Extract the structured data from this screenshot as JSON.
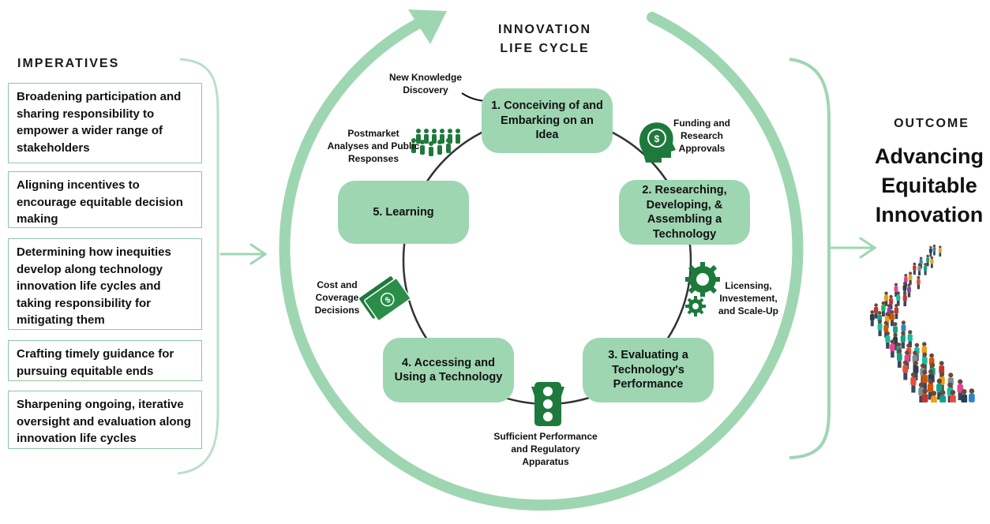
{
  "colors": {
    "accent": "#9ed6b2",
    "node_fill": "#9ed6b2",
    "icon_green": "#1e7a3c",
    "ring": "#333333"
  },
  "imperatives": {
    "heading": "IMPERATIVES",
    "items": [
      "Broadening participation and sharing responsibility to empower a wider range of stakeholders",
      "Aligning incentives to encourage equitable decision making",
      "Determining how inequities develop along technology innovation life cycles and taking responsibility for mitigating them",
      "Crafting timely guidance for pursuing equitable ends",
      "Sharpening ongoing, iterative oversight and evaluation along innovation life cycles"
    ]
  },
  "cycle": {
    "heading_line1": "INNOVATION",
    "heading_line2": "LIFE CYCLE",
    "stages": [
      "1. Conceiving of and Embarking on an Idea",
      "2. Researching, Developing, & Assembling a Technology",
      "3. Evaluating a Technology's Performance",
      "4. Accessing and Using a Technology",
      "5. Learning"
    ],
    "transitions": {
      "discovery": "New Knowledge Discovery",
      "funding": "Funding and Research Approvals",
      "licensing": "Licensing, Investement, and Scale-Up",
      "regulatory": "Sufficient Performance and Regulatory Apparatus",
      "cost": "Cost and Coverage Decisions",
      "postmarket": "Postmarket Analyses and Public Responses"
    },
    "icons": [
      "people-group-icon",
      "money-head-icon",
      "gears-icon",
      "traffic-light-icon",
      "cash-icon"
    ]
  },
  "outcome": {
    "heading": "OUTCOME",
    "line1": "Advancing",
    "line2": "Equitable",
    "line3": "Innovation",
    "image": "crowd-of-people-illustration"
  }
}
